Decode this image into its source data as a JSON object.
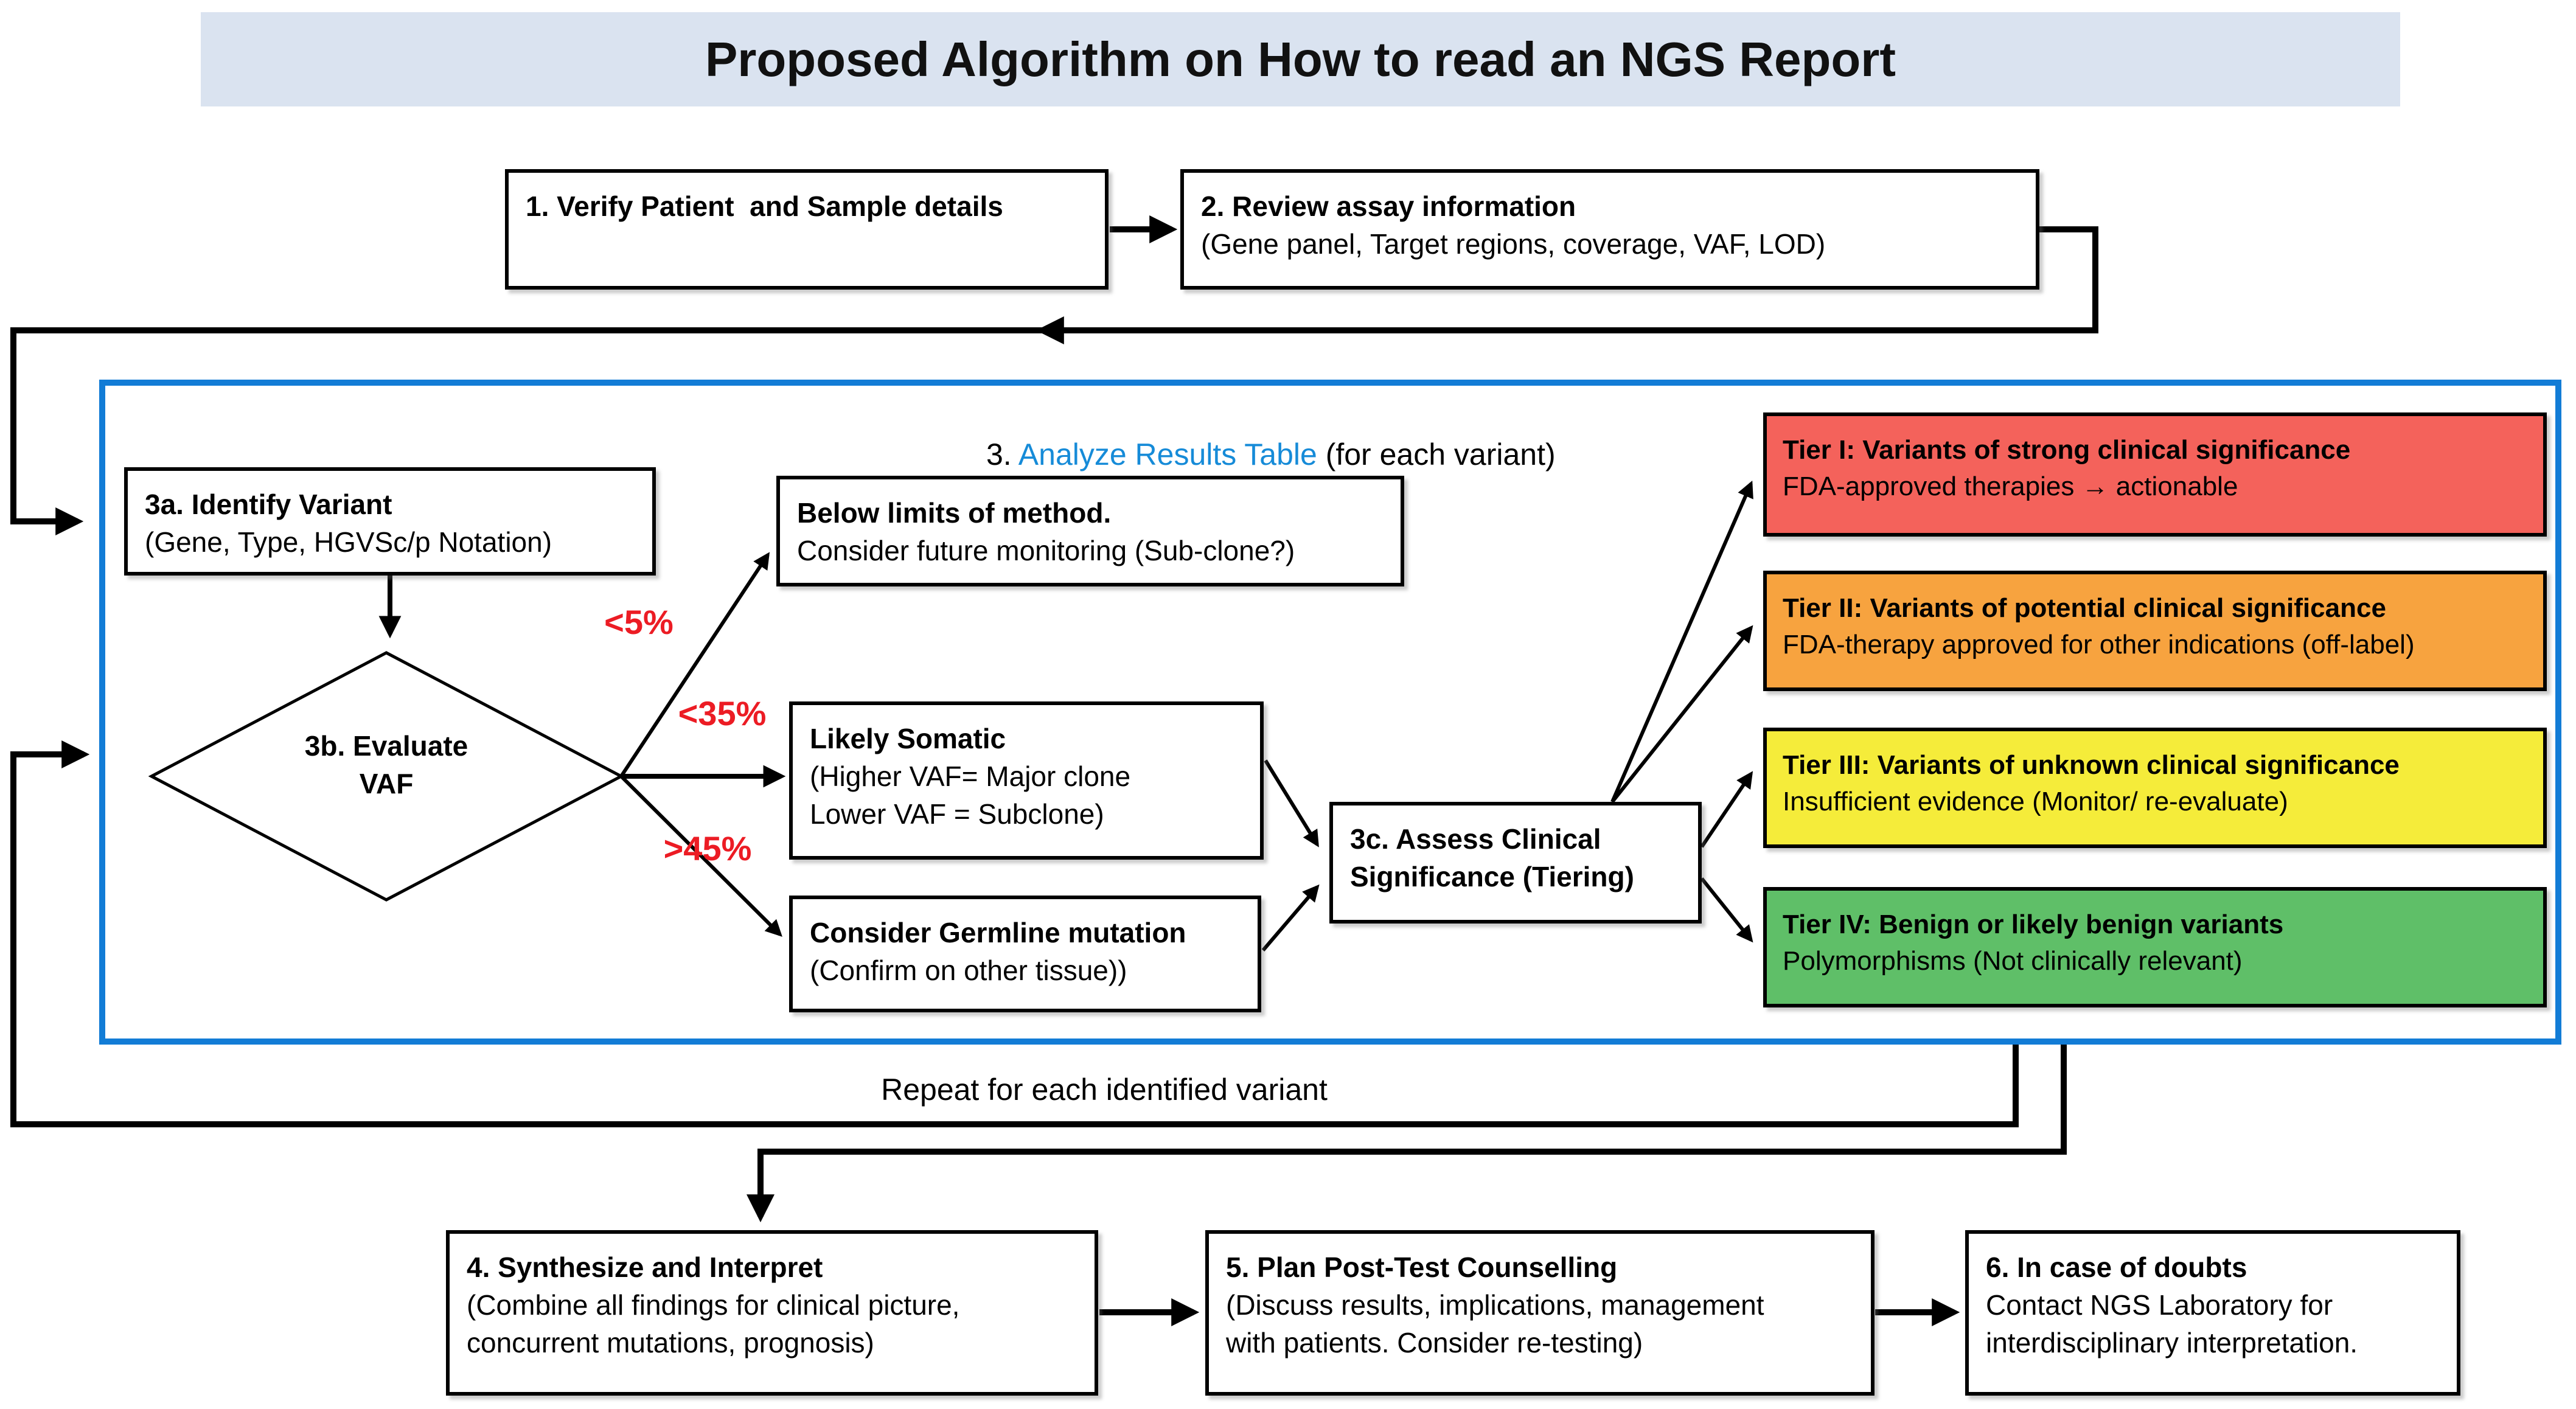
{
  "title": "Proposed Algorithm on How to read an NGS Report",
  "step1": {
    "title": "1. Verify Patient  and Sample details"
  },
  "step2": {
    "title": "2. Review assay information",
    "subtitle": "(Gene panel, Target regions, coverage, VAF, LOD)"
  },
  "section3": {
    "prefix": "3. ",
    "link": "Analyze Results Table",
    "suffix": " (for each variant)"
  },
  "step3a": {
    "title": "3a. Identify Variant",
    "subtitle": "(Gene, Type, HGVSc/p Notation)"
  },
  "step3b": {
    "line1": "3b. Evaluate",
    "line2": "VAF"
  },
  "branches": {
    "low": "<5%",
    "mid": "<35%",
    "high": ">45%"
  },
  "below_limits": {
    "title": "Below limits of method.",
    "subtitle": "Consider future monitoring (Sub-clone?)"
  },
  "likely_somatic": {
    "title": "Likely Somatic",
    "line2": "(Higher VAF= Major clone",
    "line3": "Lower VAF = Subclone)"
  },
  "germline": {
    "title": "Consider Germline mutation",
    "subtitle": "(Confirm on other tissue))"
  },
  "step3c": {
    "line1": "3c. Assess Clinical",
    "line2": "Significance (Tiering)"
  },
  "tiers": [
    {
      "title": "Tier I: Variants of strong clinical significance",
      "subtitle": "FDA-approved therapies → actionable",
      "color": "#F4625B"
    },
    {
      "title": "Tier II: Variants of potential clinical significance",
      "subtitle": "FDA-therapy approved for other indications (off-label)",
      "color": "#F7A33F"
    },
    {
      "title": "Tier III: Variants of unknown clinical significance",
      "subtitle": "Insufficient evidence (Monitor/ re-evaluate)",
      "color": "#F5EC3A"
    },
    {
      "title": "Tier IV: Benign or likely benign variants",
      "subtitle": "Polymorphisms (Not clinically relevant)",
      "color": "#5FBF68"
    }
  ],
  "loop_label": "Repeat for each identified variant",
  "step4": {
    "title": "4. Synthesize and Interpret",
    "line2": "(Combine all findings for clinical picture,",
    "line3": "concurrent mutations, prognosis)"
  },
  "step5": {
    "title": "5. Plan Post-Test Counselling",
    "line2": "(Discuss results, implications, management",
    "line3": "with patients. Consider re-testing)"
  },
  "step6": {
    "title": "6. In case of doubts",
    "line2": "Contact NGS Laboratory for",
    "line3": "interdisciplinary interpretation."
  },
  "colors": {
    "accent_blue": "#127CD6",
    "link_blue": "#168BD8",
    "branch_red": "#EC1C24",
    "banner_bg": "#DAE3F0"
  }
}
